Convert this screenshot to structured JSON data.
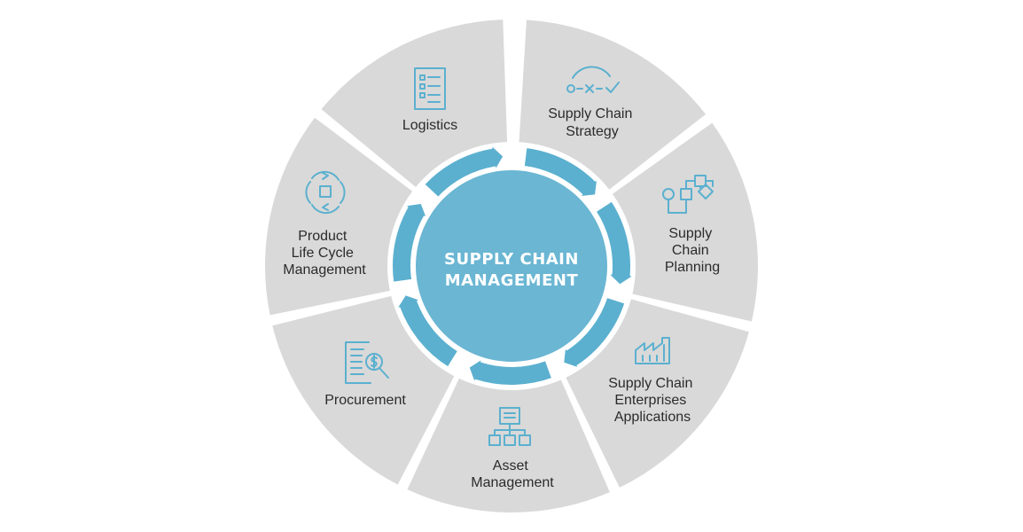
{
  "colors": {
    "segment": "#d9d9d9",
    "accent": "#5bb0cf",
    "center": "#6ab6d3",
    "text": "#2b2b2b",
    "center_text": "#ffffff"
  },
  "center": {
    "line1": "SUPPLY CHAIN",
    "line2": "MANAGEMENT"
  },
  "segments": [
    {
      "id": "strategy",
      "icon": "path-check-icon",
      "lines": [
        "Supply Chain",
        "Strategy"
      ]
    },
    {
      "id": "planning",
      "icon": "flowchart-icon",
      "lines": [
        "Supply",
        "Chain",
        "Planning"
      ]
    },
    {
      "id": "enterprise",
      "icon": "factory-icon",
      "lines": [
        "Supply Chain",
        "Enterprises",
        "Applications"
      ]
    },
    {
      "id": "asset",
      "icon": "hierarchy-icon",
      "lines": [
        "Asset",
        "Management"
      ]
    },
    {
      "id": "procurement",
      "icon": "document-dollar-icon",
      "lines": [
        "Procurement"
      ]
    },
    {
      "id": "plm",
      "icon": "cycle-square-icon",
      "lines": [
        "Product",
        "Life Cycle",
        "Management"
      ]
    },
    {
      "id": "logistics",
      "icon": "checklist-icon",
      "lines": [
        "Logistics"
      ]
    }
  ]
}
